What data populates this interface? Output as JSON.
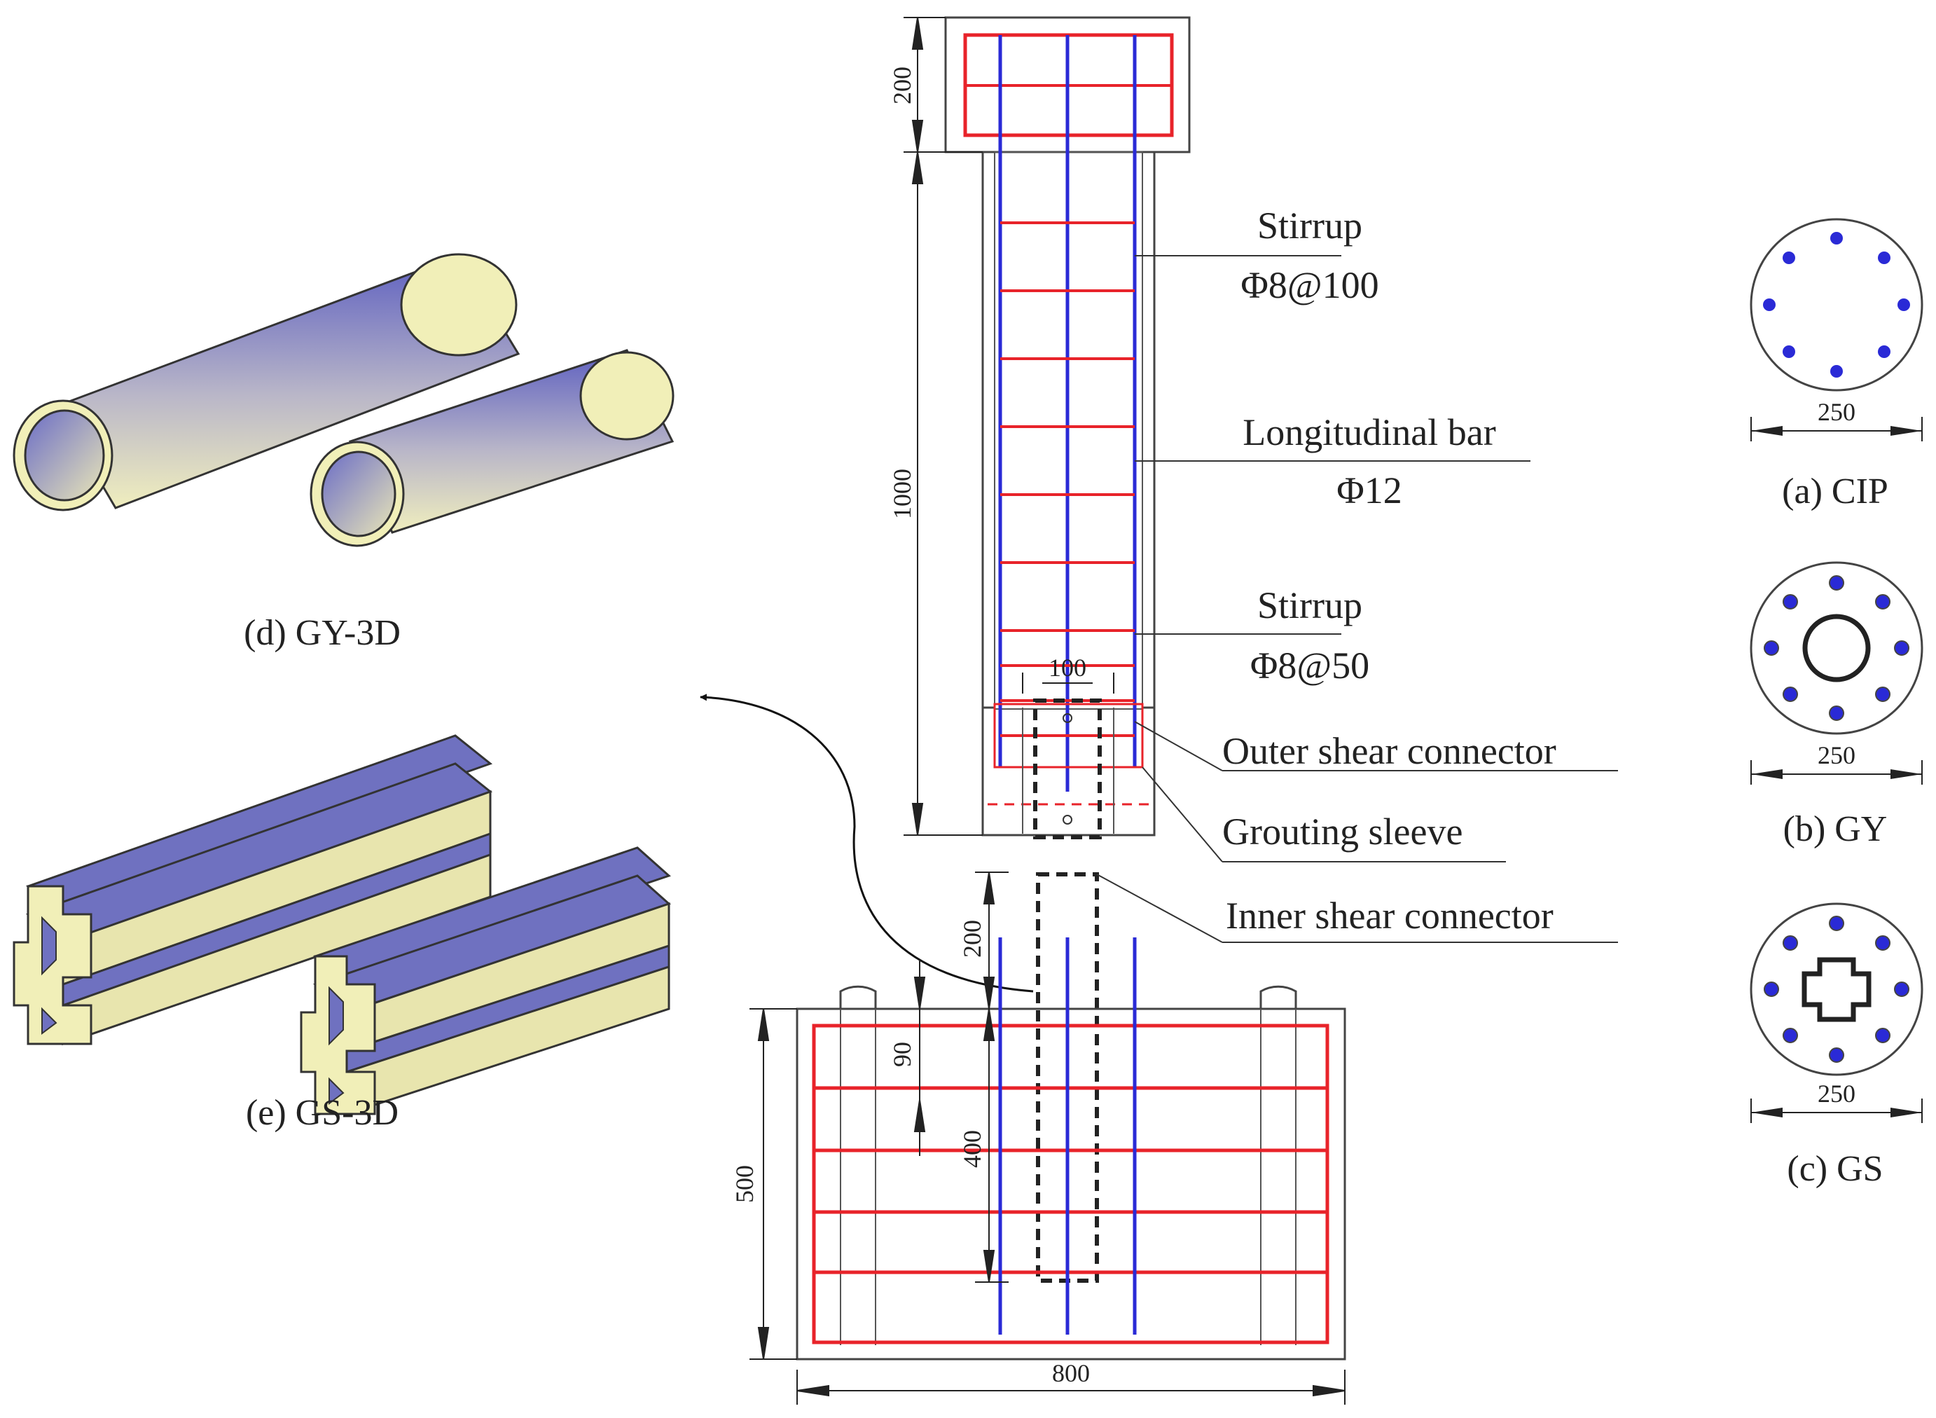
{
  "dimensions": {
    "cap_height": "200",
    "column_height": "1000",
    "sleeve_width": "100",
    "connector_height": "200",
    "footing_top": "90",
    "footing_depth": "400",
    "footing_height": "500",
    "footing_width": "800",
    "section_diameter": "250"
  },
  "callouts": {
    "stirrup_top_title": "Stirrup",
    "stirrup_top_spec": "Φ8@100",
    "longitudinal_title": "Longitudinal bar",
    "longitudinal_spec": "Φ12",
    "stirrup_bottom_title": "Stirrup",
    "stirrup_bottom_spec": "Φ8@50",
    "outer_connector": "Outer shear connector",
    "grouting_sleeve": "Grouting sleeve",
    "inner_connector": "Inner shear connector"
  },
  "captions": {
    "gy3d": "(d)  GY-3D",
    "gs3d": "(e)  GS-3D",
    "cip": "(a)  CIP",
    "gy": "(b)  GY",
    "gs": "(c)  GS"
  },
  "colors": {
    "stirrup": "#e8232a",
    "longitudinal_bar": "#2a2ad6",
    "outline": "#333333",
    "tube_side": "#f1efb8",
    "tube_top": "#7577c8"
  }
}
